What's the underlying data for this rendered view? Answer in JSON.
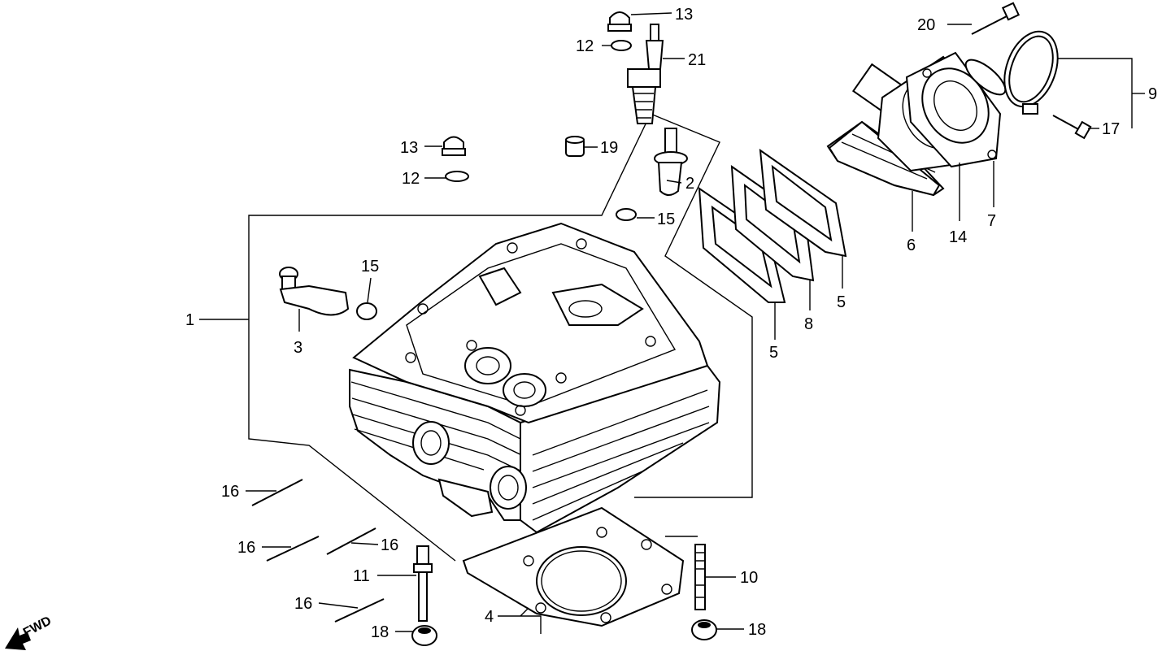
{
  "callouts": {
    "c1": "1",
    "c2": "2",
    "c3": "3",
    "c4": "4",
    "c5a": "5",
    "c5b": "5",
    "c6": "6",
    "c7": "7",
    "c8": "8",
    "c9": "9",
    "c10": "10",
    "c11": "11",
    "c12a": "12",
    "c12b": "12",
    "c13a": "13",
    "c13b": "13",
    "c14": "14",
    "c15a": "15",
    "c15b": "15",
    "c16a": "16",
    "c16b": "16",
    "c16c": "16",
    "c16d": "16",
    "c17": "17",
    "c18a": "18",
    "c18b": "18",
    "c19": "19",
    "c20": "20",
    "c21": "21"
  },
  "fwd_label": "FWD"
}
